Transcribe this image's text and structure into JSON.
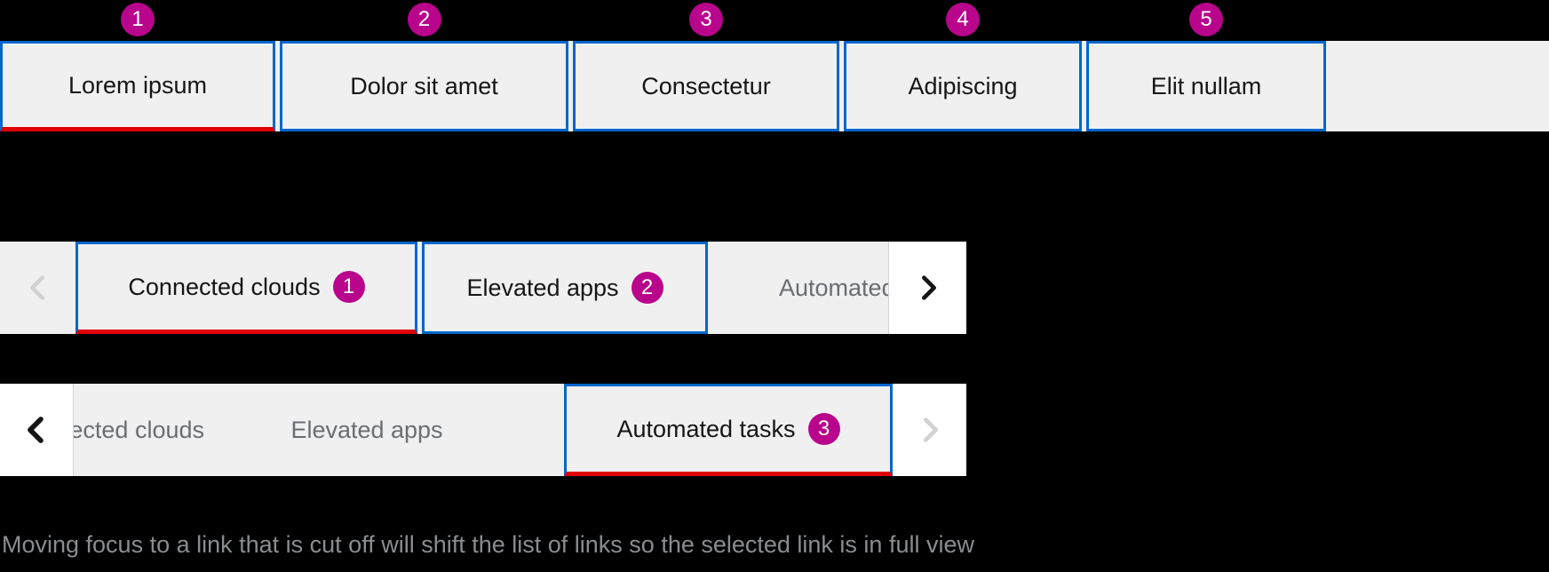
{
  "colors": {
    "page_bg": "#000000",
    "bar_bg": "#F0F0F0",
    "tab_border": "#0066CC",
    "selected_underline": "#E00000",
    "badge_bg": "#B8058C",
    "badge_text": "#FFFFFF",
    "label": "#151515",
    "label_muted": "#6A6E73",
    "caption_text": "#8A8D90",
    "chevron_enabled": "#151515",
    "chevron_disabled": "#D2D2D2",
    "divider": "#D2D2D2",
    "scroll_btn_bg": "#FFFFFF"
  },
  "example1": {
    "tabs": [
      {
        "label": "Lorem ipsum",
        "badge": "1",
        "selected": true
      },
      {
        "label": "Dolor sit amet",
        "badge": "2",
        "selected": false
      },
      {
        "label": "Consectetur",
        "badge": "3",
        "selected": false
      },
      {
        "label": "Adipiscing",
        "badge": "4",
        "selected": false
      },
      {
        "label": "Elit nullam",
        "badge": "5",
        "selected": false
      }
    ]
  },
  "example2": {
    "tabs": [
      {
        "label": "Connected clouds",
        "badge": "1",
        "selected": true
      },
      {
        "label": "Elevated apps",
        "badge": "2",
        "selected": false
      },
      {
        "label": "Automated tasks",
        "selected": false,
        "clipped": "right"
      }
    ]
  },
  "example3": {
    "tabs": [
      {
        "label": "Connected clouds",
        "selected": false,
        "clipped": "left"
      },
      {
        "label": "Elevated apps",
        "selected": false
      },
      {
        "label": "Automated tasks",
        "badge": "3",
        "selected": true
      }
    ]
  },
  "caption": "Moving focus to a link that is cut off will shift the list of links so the selected link is in full view"
}
